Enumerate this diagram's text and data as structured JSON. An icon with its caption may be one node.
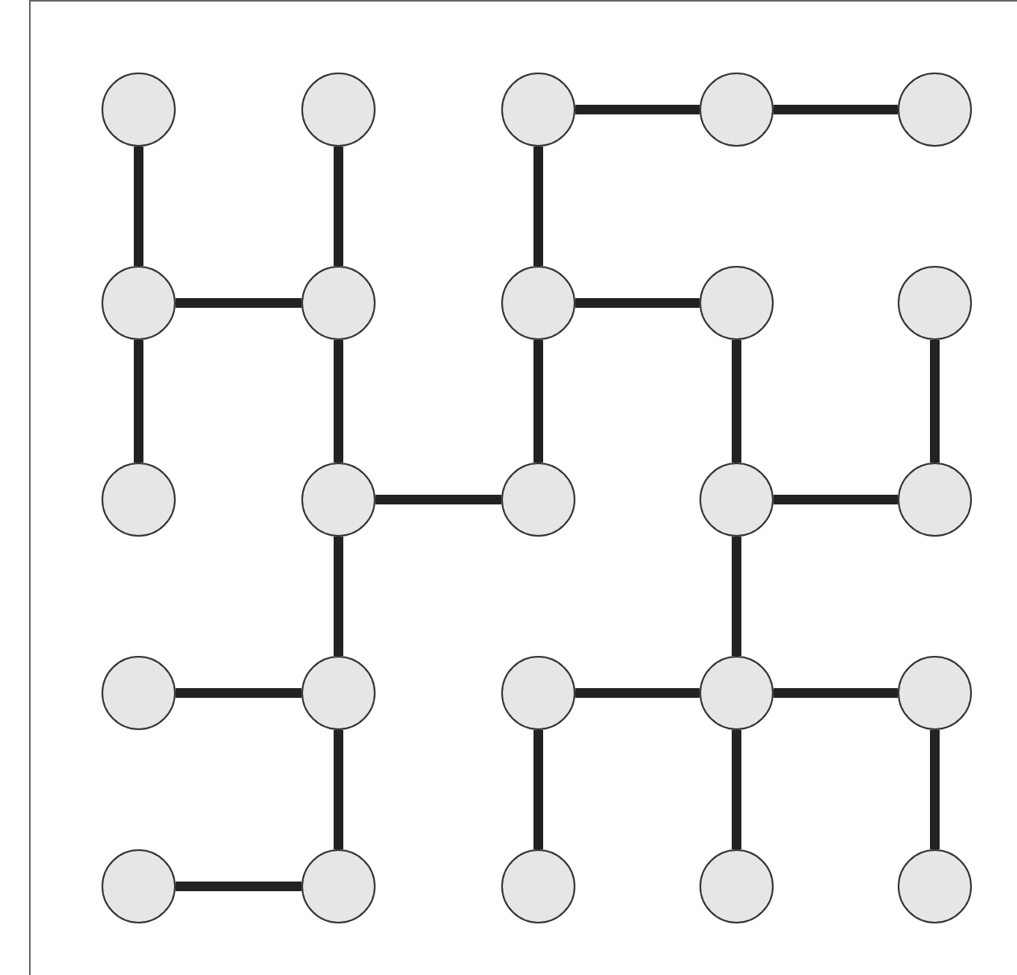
{
  "diagram": {
    "nodes": [
      {
        "text": [],
        "shape": "circle"
      },
      {
        "text": [],
        "shape": "circle"
      },
      {
        "text": [],
        "shape": "circle"
      },
      {
        "text": [],
        "shape": "circle"
      },
      {
        "text": [],
        "shape": "circle"
      },
      {
        "text": [],
        "shape": "circle"
      },
      {
        "text": [],
        "shape": "circle"
      },
      {
        "text": [],
        "shape": "circle"
      },
      {
        "text": [],
        "shape": "circle"
      },
      {
        "text": [],
        "shape": "circle"
      },
      {
        "text": [],
        "shape": "circle"
      },
      {
        "text": [],
        "shape": "circle"
      },
      {
        "text": [],
        "shape": "circle"
      },
      {
        "text": [],
        "shape": "circle"
      },
      {
        "text": [],
        "shape": "circle"
      },
      {
        "text": [],
        "shape": "circle"
      },
      {
        "text": [],
        "shape": "circle"
      },
      {
        "text": [],
        "shape": "circle"
      },
      {
        "text": [],
        "shape": "circle"
      },
      {
        "text": [],
        "shape": "circle"
      },
      {
        "text": [],
        "shape": "circle"
      },
      {
        "text": [],
        "shape": "circle"
      },
      {
        "text": [],
        "shape": "circle"
      },
      {
        "text": [],
        "shape": "circle"
      },
      {
        "text": [],
        "shape": "circle"
      }
    ],
    "edges": [
      {
        "from": 2,
        "to": 3,
        "arrow": "none"
      },
      {
        "from": 3,
        "to": 4,
        "arrow": "none"
      },
      {
        "from": 0,
        "to": 5,
        "arrow": "none"
      },
      {
        "from": 1,
        "to": 6,
        "arrow": "none"
      },
      {
        "from": 2,
        "to": 7,
        "arrow": "none"
      },
      {
        "from": 5,
        "to": 6,
        "arrow": "none"
      },
      {
        "from": 7,
        "to": 8,
        "arrow": "none"
      },
      {
        "from": 5,
        "to": 10,
        "arrow": "none"
      },
      {
        "from": 6,
        "to": 11,
        "arrow": "none"
      },
      {
        "from": 7,
        "to": 12,
        "arrow": "none"
      },
      {
        "from": 8,
        "to": 13,
        "arrow": "none"
      },
      {
        "from": 9,
        "to": 14,
        "arrow": "none"
      },
      {
        "from": 11,
        "to": 12,
        "arrow": "none"
      },
      {
        "from": 13,
        "to": 14,
        "arrow": "none"
      },
      {
        "from": 11,
        "to": 16,
        "arrow": "none"
      },
      {
        "from": 13,
        "to": 18,
        "arrow": "none"
      },
      {
        "from": 15,
        "to": 16,
        "arrow": "none"
      },
      {
        "from": 17,
        "to": 18,
        "arrow": "none"
      },
      {
        "from": 18,
        "to": 19,
        "arrow": "none"
      },
      {
        "from": 16,
        "to": 21,
        "arrow": "none"
      },
      {
        "from": 17,
        "to": 22,
        "arrow": "none"
      },
      {
        "from": 18,
        "to": 23,
        "arrow": "none"
      },
      {
        "from": 19,
        "to": 24,
        "arrow": "none"
      },
      {
        "from": 20,
        "to": 21,
        "arrow": "none"
      }
    ]
  }
}
